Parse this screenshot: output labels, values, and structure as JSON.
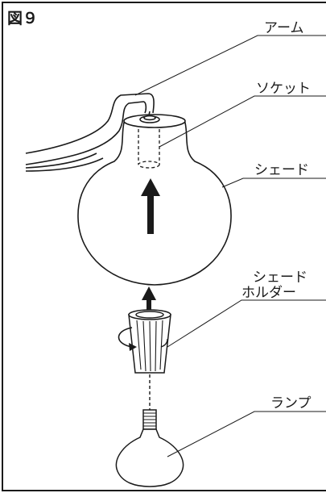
{
  "figure": {
    "title": "図９"
  },
  "labels": {
    "arm": "アーム",
    "socket": "ソケット",
    "shade": "シェード",
    "shade_holder_line1": "シェード",
    "shade_holder_line2": "ホルダー",
    "lamp": "ランプ"
  },
  "colors": {
    "line": "#1a1a1a",
    "background": "#ffffff"
  }
}
